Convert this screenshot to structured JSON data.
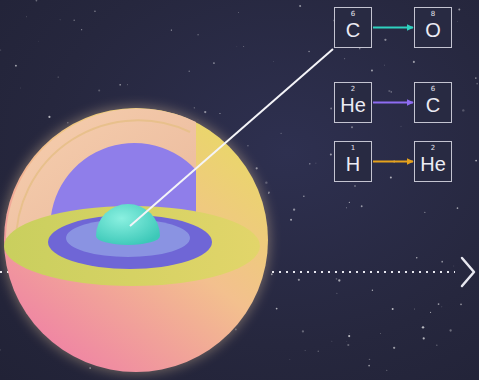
{
  "diagram": {
    "nodes": [
      {
        "text": [
          "6",
          "C"
        ]
      },
      {
        "text": [
          "8",
          "O"
        ]
      },
      {
        "text": [
          "2",
          "He"
        ]
      },
      {
        "text": [
          "6",
          "C"
        ]
      },
      {
        "text": [
          "1",
          "H"
        ]
      },
      {
        "text": [
          "2",
          "He"
        ]
      }
    ],
    "edges": [
      {
        "from": 0,
        "to": 1,
        "arrow": "to"
      },
      {
        "from": 2,
        "to": 3,
        "arrow": "to"
      },
      {
        "from": 4,
        "to": 5,
        "arrow": "to"
      }
    ]
  }
}
